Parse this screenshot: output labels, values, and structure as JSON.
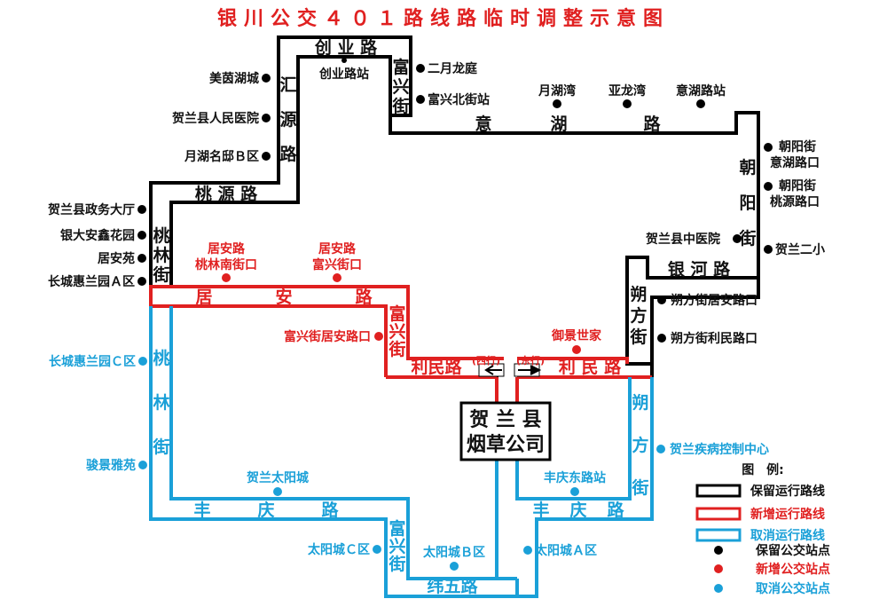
{
  "title": "银川公交４０１路线路临时调整示意图",
  "colors": {
    "kept": "#000000",
    "added": "#e02020",
    "cancelled": "#1aa0d8"
  },
  "terminal": {
    "line1": "贺 兰 县",
    "line2": "烟草公司"
  },
  "streets": {
    "chuangye": "创 业 路",
    "huiyuan": [
      "汇",
      "源",
      "路"
    ],
    "fuxing_top": [
      "富",
      "兴",
      "街"
    ],
    "yihu": [
      "意",
      "湖",
      "路"
    ],
    "chaoyang": [
      "朝",
      "阳",
      "街"
    ],
    "taoyuan": "桃 源 路",
    "taolin_black": [
      "桃",
      "林",
      "街"
    ],
    "yinhe": "银 河 路",
    "shuofang_black": [
      "朔",
      "方",
      "街"
    ],
    "juan": [
      "居",
      "安",
      "路"
    ],
    "fuxing_red": [
      "富",
      "兴",
      "街"
    ],
    "limin_west": "利民路",
    "limin_west_note": "(西行)",
    "limin_east_note": "(东行)",
    "limin_east": "利 民 路",
    "taolin_blue": [
      "桃",
      "林",
      "街"
    ],
    "shuofang_blue": [
      "朔",
      "方",
      "街"
    ],
    "fengqing_west": [
      "丰",
      "庆",
      "路"
    ],
    "fengqing_east": [
      "丰",
      "庆",
      "路"
    ],
    "fuxing_bottom": [
      "富",
      "兴",
      "街"
    ],
    "weiwu": "纬五路"
  },
  "stops": {
    "chuangye_station": "创业路站",
    "meiyin_lake": "美茵湖城",
    "helan_hospital": "贺兰县人民医院",
    "yuehu_mingdi": "月湖名邸Ｂ区",
    "helan_gov": "贺兰县政务大厅",
    "yinda_anxin": "银大安鑫花园",
    "juanyuan": "居安苑",
    "changcheng_a": "长城惠兰园Ａ区",
    "eryue_longting": "二月龙庭",
    "fuxing_north": "富兴北街站",
    "yuehuwan": "月湖湾",
    "yalongwan": "亚龙湾",
    "yihu_station": "意湖路站",
    "chaoyang_yihu": [
      "朝阳街",
      "意湖路口"
    ],
    "chaoyang_taoyuan": [
      "朝阳街",
      "桃源路口"
    ],
    "helan_no2": "贺兰二小",
    "helan_tcm": "贺兰县中医院",
    "shuofang_juan": "朔方街居安路口",
    "shuofang_limin": "朔方街利民路口",
    "juan_taolin_new": [
      "居安路",
      "桃林南街口"
    ],
    "juan_fuxing_new": [
      "居安路",
      "富兴街口"
    ],
    "fuxing_juan_new": "富兴街居安路口",
    "yujing_new": "御景世家",
    "changcheng_c": "长城惠兰园Ｃ区",
    "junjing": "骏景雅苑",
    "taiyang_city": "贺兰太阳城",
    "taiyang_c": "太阳城Ｃ区",
    "taiyang_b": "太阳城Ｂ区",
    "taiyang_a": "太阳城Ａ区",
    "fengqing_east_station": "丰庆东路站",
    "cdc": "贺兰疾病控制中心"
  },
  "legend": {
    "title": "图　例:",
    "kept_route": "保留运行路线",
    "added_route": "新增运行路线",
    "cancelled_route": "取消运行路线",
    "kept_stop": "保留公交站点",
    "added_stop": "新增公交站点",
    "cancelled_stop": "取消公交站点"
  }
}
